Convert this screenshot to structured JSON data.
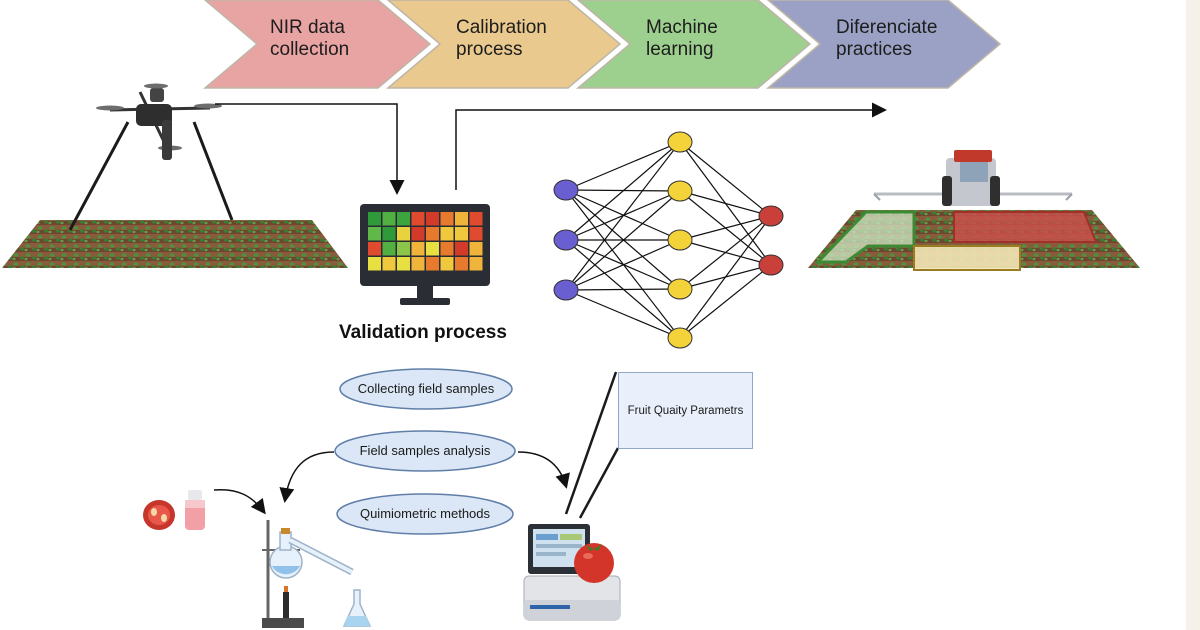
{
  "steps": [
    {
      "line1": "NIR data",
      "line2": "collection",
      "color": "#e8a3a3"
    },
    {
      "line1": "Calibration",
      "line2": "process",
      "color": "#e9c98e"
    },
    {
      "line1": "Machine",
      "line2": "learning",
      "color": "#9dcf8e"
    },
    {
      "line1": "Diferenciate",
      "line2": "practices",
      "color": "#9aa1c4"
    }
  ],
  "validation": {
    "title": "Validation process"
  },
  "methods": [
    {
      "label": "Collecting field samples"
    },
    {
      "label": "Field samples analysis"
    },
    {
      "label": "Quimiometric methods"
    }
  ],
  "callout": {
    "label": "Fruit Quaity Parametrs"
  },
  "neural_net": {
    "input_nodes": 3,
    "hidden_nodes": 5,
    "output_nodes": 2,
    "colors": {
      "input": "#6a5fd0",
      "hidden": "#f3d23a",
      "output": "#c9403a"
    }
  },
  "heatmap_colors": [
    [
      "#2e9a3a",
      "#52b043",
      "#3ca53e",
      "#e04a2e",
      "#d23a2a",
      "#e87a2e",
      "#f0b43a",
      "#e04a2e"
    ],
    [
      "#5fb848",
      "#2e9a3a",
      "#e8d23e",
      "#d23a2a",
      "#e87a2e",
      "#f0c83e",
      "#f0c83e",
      "#e04a2e"
    ],
    [
      "#e04a2e",
      "#52b043",
      "#8ac64a",
      "#f0b43a",
      "#e8e040",
      "#e87a2e",
      "#d23a2a",
      "#f0b43a"
    ],
    [
      "#e8e040",
      "#f0c83e",
      "#e8e040",
      "#f0b43a",
      "#e87a2e",
      "#f0c83e",
      "#e87a2e",
      "#f0b43a"
    ]
  ]
}
